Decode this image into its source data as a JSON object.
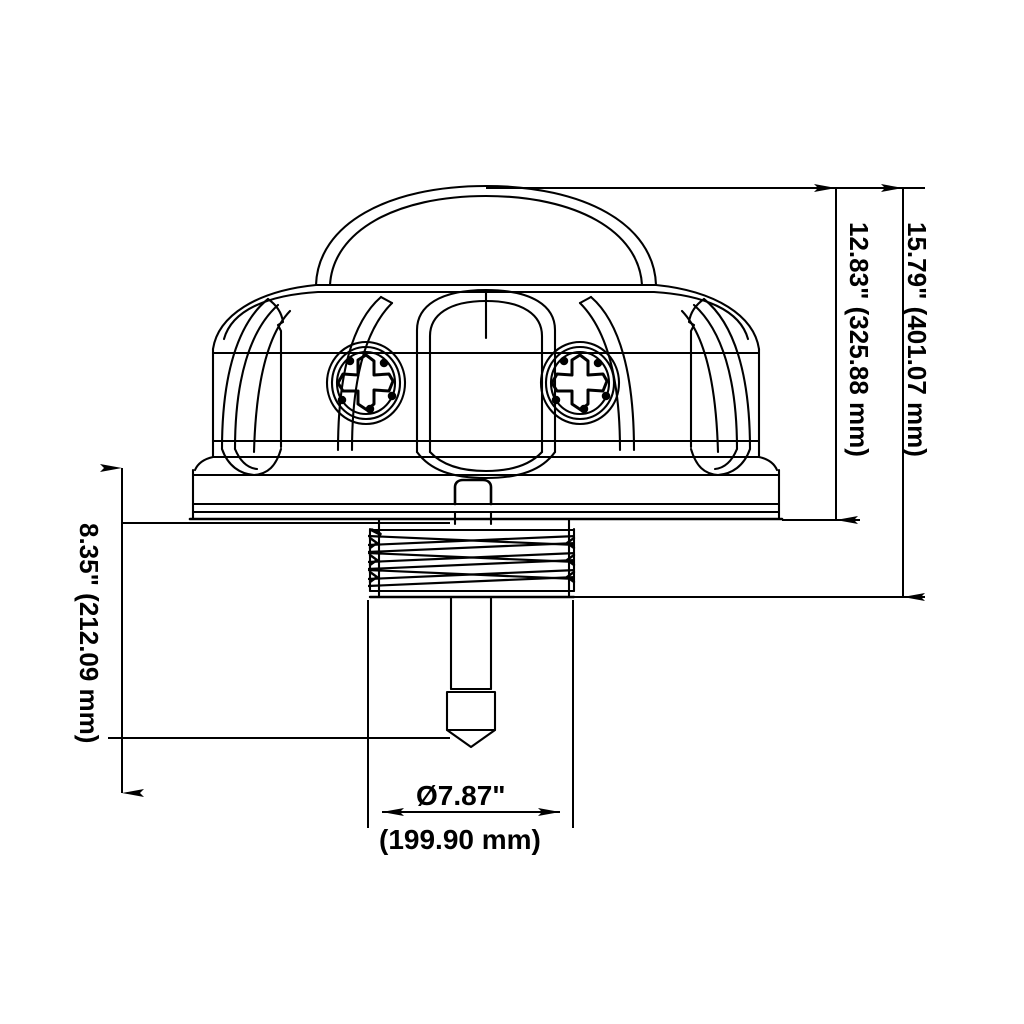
{
  "drawing": {
    "title": "Photocontrol / Dome Sensor Dimensioned Elevation Drawing",
    "background_color": "#ffffff",
    "line_color": "#000000",
    "view": "front elevation with dimensions"
  },
  "dimensions": {
    "overall_height": {
      "label": "15.79\" (401.07 mm)",
      "inches": "15.79",
      "millimeters": "401.07",
      "orientation": "vertical-right",
      "name": "overall-height-dimension"
    },
    "body_height": {
      "label": "12.83\" (325.88 mm)",
      "inches": "12.83",
      "millimeters": "325.88",
      "orientation": "vertical-right",
      "name": "body-height-dimension"
    },
    "stem_length": {
      "label": "8.35\" (212.09 mm)",
      "inches": "8.35",
      "millimeters": "212.09",
      "orientation": "vertical-left",
      "name": "stem-length-dimension"
    },
    "diameter": {
      "label_top": "Ø7.87\"",
      "label_bottom": "(199.90 mm)",
      "inches": "7.87",
      "millimeters": "199.90",
      "orientation": "horizontal-bottom",
      "name": "base-diameter-dimension"
    }
  },
  "features": {
    "dome": "translucent-dome-lens",
    "body": "ribbed-housing",
    "screws": [
      {
        "name": "phillips-screw-left"
      },
      {
        "name": "phillips-screw-right"
      }
    ],
    "center_arch": "center-arch-rib",
    "flange": "mounting-flange",
    "thread": "threaded-conduit-nipple",
    "stem": "stem-shaft",
    "tip": "conical-tip"
  }
}
